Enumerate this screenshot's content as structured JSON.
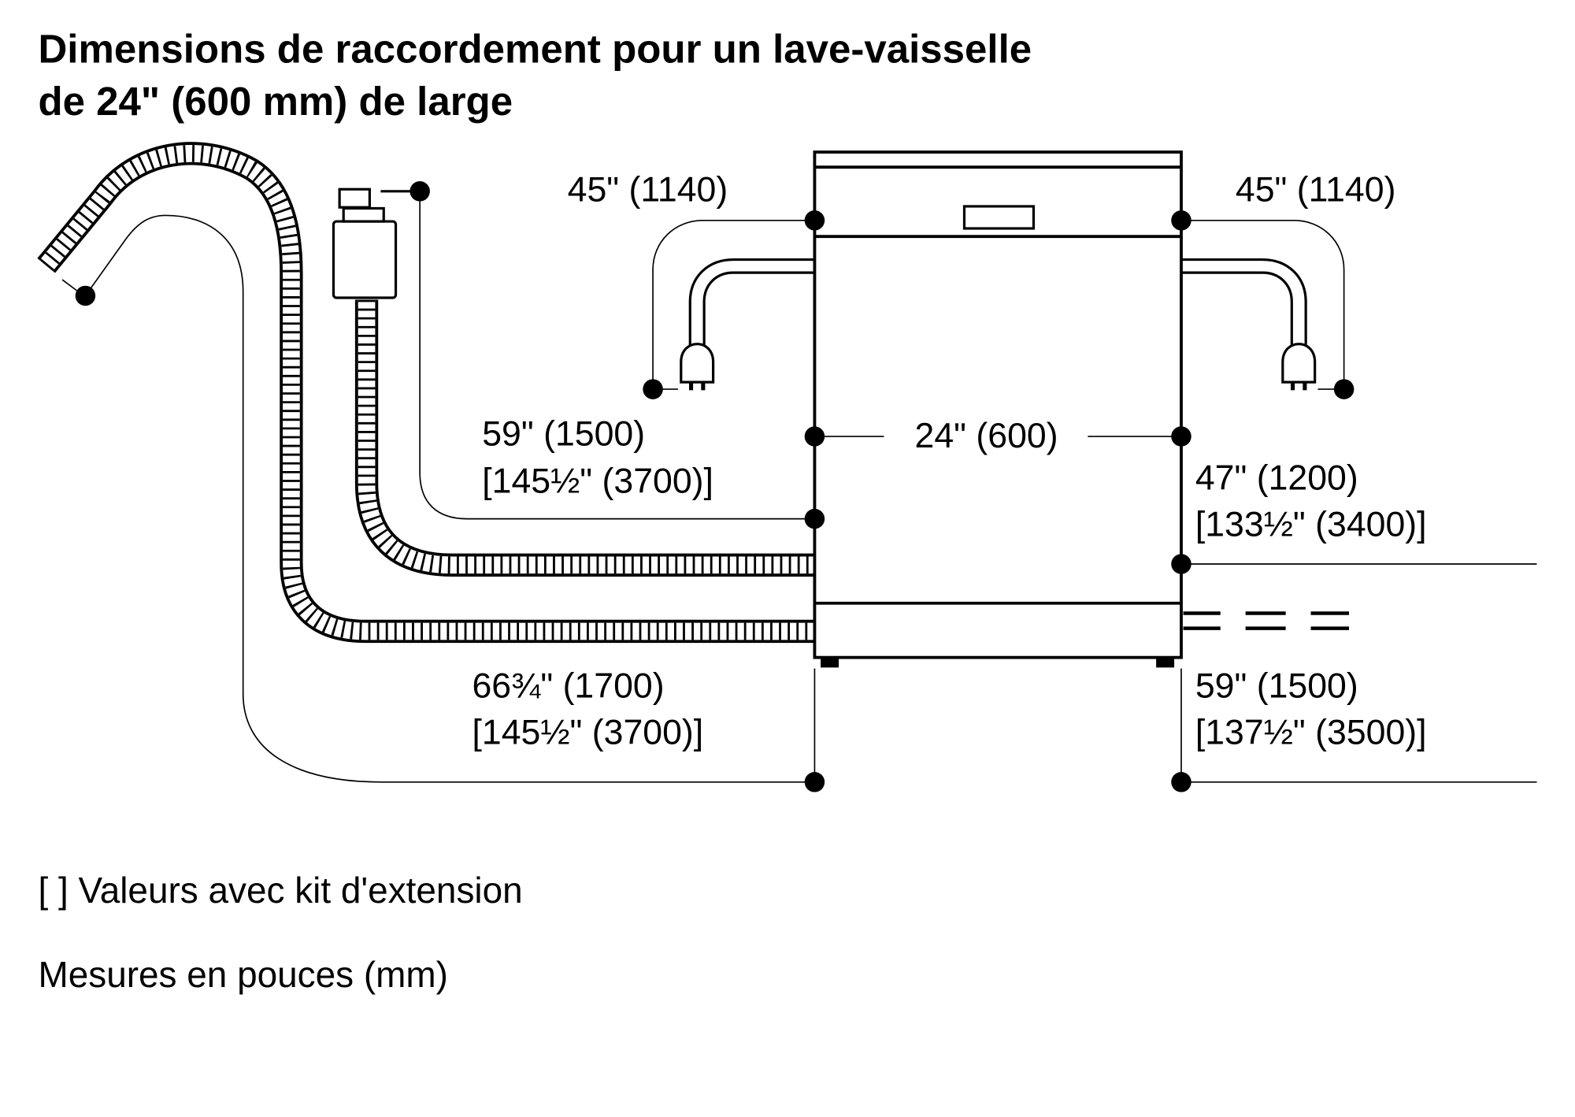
{
  "title": {
    "line1": "Dimensions de raccordement pour un lave-vaisselle",
    "line2": "de 24\" (600 mm) de large"
  },
  "dimensions": {
    "power_cord_left": "45\" (1140)",
    "power_cord_right": "45\" (1140)",
    "inlet_hose_left": "59\" (1500)",
    "inlet_hose_left_ext": "[145½\" (3700)]",
    "width": "24\" (600)",
    "right_upper": "47\" (1200)",
    "right_upper_ext": "[133½\" (3400)]",
    "drain_hose_left": "66¾\" (1700)",
    "drain_hose_left_ext": "[145½\" (3700)]",
    "right_lower": "59\" (1500)",
    "right_lower_ext": "[137½\" (3500)]"
  },
  "notes": {
    "extension": "[ ] Valeurs avec kit d'extension",
    "units": "Mesures en pouces (mm)"
  }
}
